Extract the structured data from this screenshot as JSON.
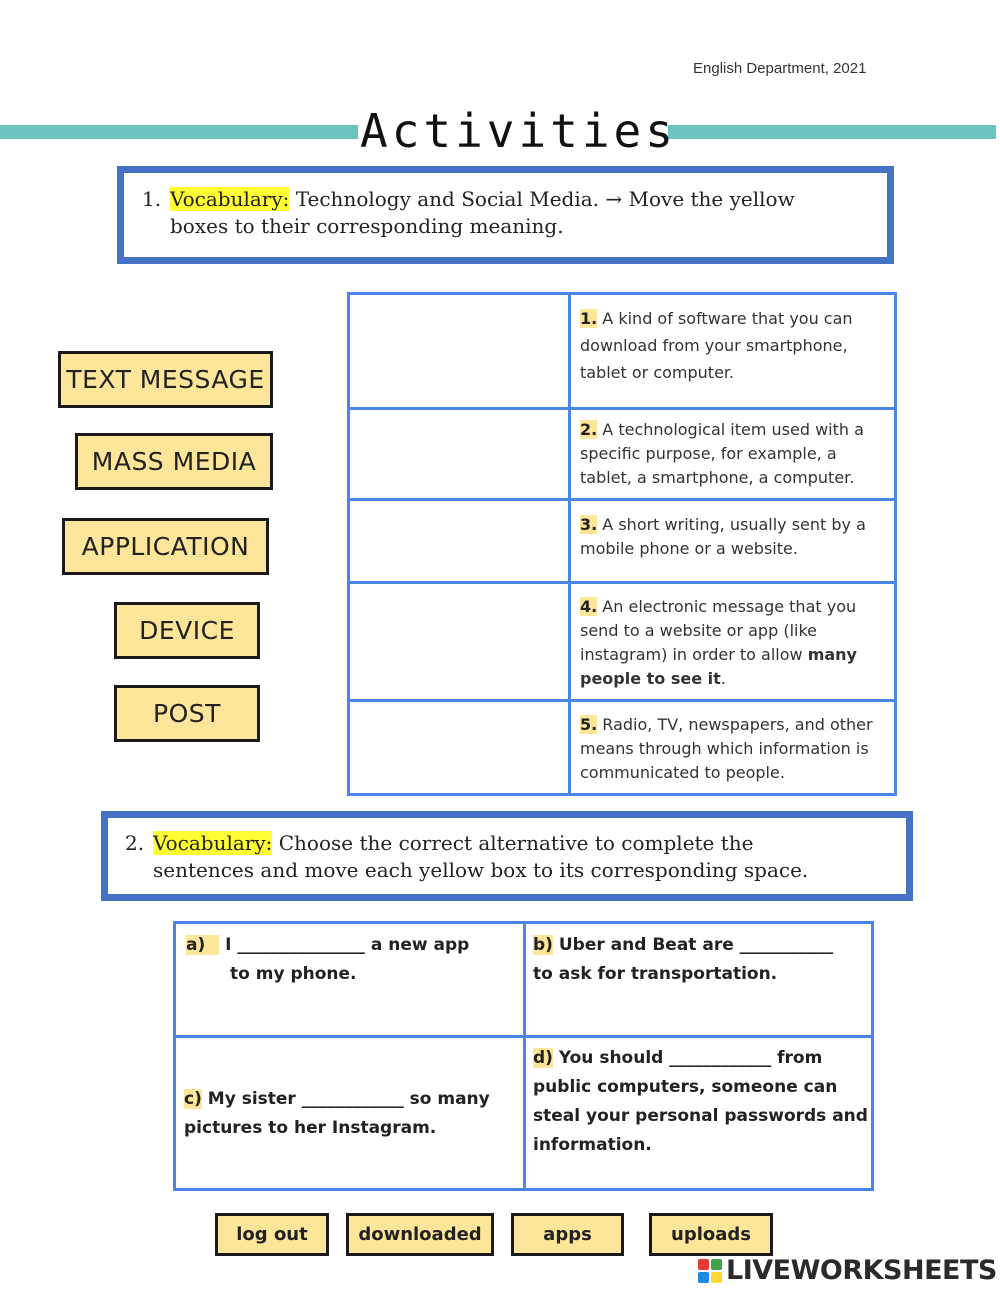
{
  "header": {
    "department": "English Department, 2021",
    "title": "Activities"
  },
  "section1": {
    "number": "1.",
    "highlight": "Vocabulary:",
    "line1": " Technology and Social Media. → Move the yellow",
    "line2": "boxes to their corresponding meaning."
  },
  "words": {
    "text_message": "TEXT MESSAGE",
    "mass_media": "MASS MEDIA",
    "application": "APPLICATION",
    "device": "DEVICE",
    "post": "POST"
  },
  "definitions": [
    {
      "num": "1.",
      "pre": " A kind of software that you can download from your smartphone, tablet or computer.",
      "bold": "",
      "post": ""
    },
    {
      "num": "2.",
      "pre": " A technological item used with a specific purpose, for example, a tablet, a smartphone, a computer.",
      "bold": "",
      "post": ""
    },
    {
      "num": "3.",
      "pre": "  A short writing, usually sent by a mobile phone or a website.",
      "bold": "",
      "post": ""
    },
    {
      "num": "4.",
      "pre": "  An electronic message that you send to a website or app (like instagram)  in order to allow ",
      "bold": "many people to see it",
      "post": "."
    },
    {
      "num": "5.",
      "pre": " Radio, TV, newspapers, and other means through which information is communicated to people.",
      "bold": "",
      "post": ""
    }
  ],
  "section2": {
    "number": "2.",
    "highlight": "Vocabulary:",
    "line1": " Choose the correct alternative to complete the",
    "line2": "sentences and move each yellow box to its corresponding space."
  },
  "sentences": {
    "a": {
      "label": "a)",
      "line1": " I _______________ a new app",
      "line2": "to my phone."
    },
    "b": {
      "label": "b)",
      "line1": " Uber and Beat are ___________",
      "line2": "to ask for transportation."
    },
    "c": {
      "label": "c)",
      "line1": "  My sister ____________ so many",
      "line2": "pictures to her Instagram."
    },
    "d": {
      "label": "d)",
      "line1": " You should ____________ from",
      "line2": "public computers, someone can",
      "line3": "steal your personal passwords and",
      "line4": "information."
    }
  },
  "answers": {
    "log_out": "log out",
    "downloaded": "downloaded",
    "apps": "apps",
    "uploads": "uploads"
  },
  "logo": {
    "word": "LIVEWORKSHEETS",
    "colors": [
      "#e53935",
      "#43a047",
      "#1e88e5",
      "#fdd835"
    ]
  }
}
